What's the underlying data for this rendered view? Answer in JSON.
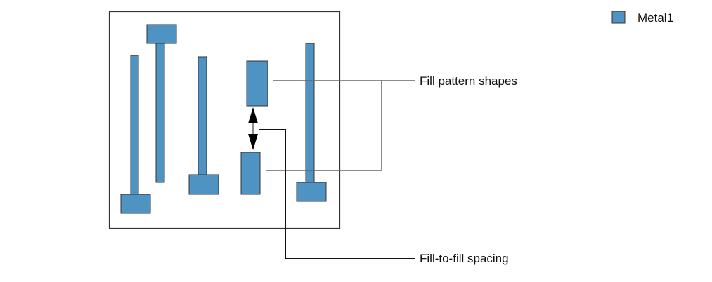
{
  "legend": {
    "label": "Metal1",
    "color": "#4f93c3"
  },
  "callouts": {
    "fill_shapes": "Fill pattern shapes",
    "spacing": "Fill-to-fill spacing"
  }
}
